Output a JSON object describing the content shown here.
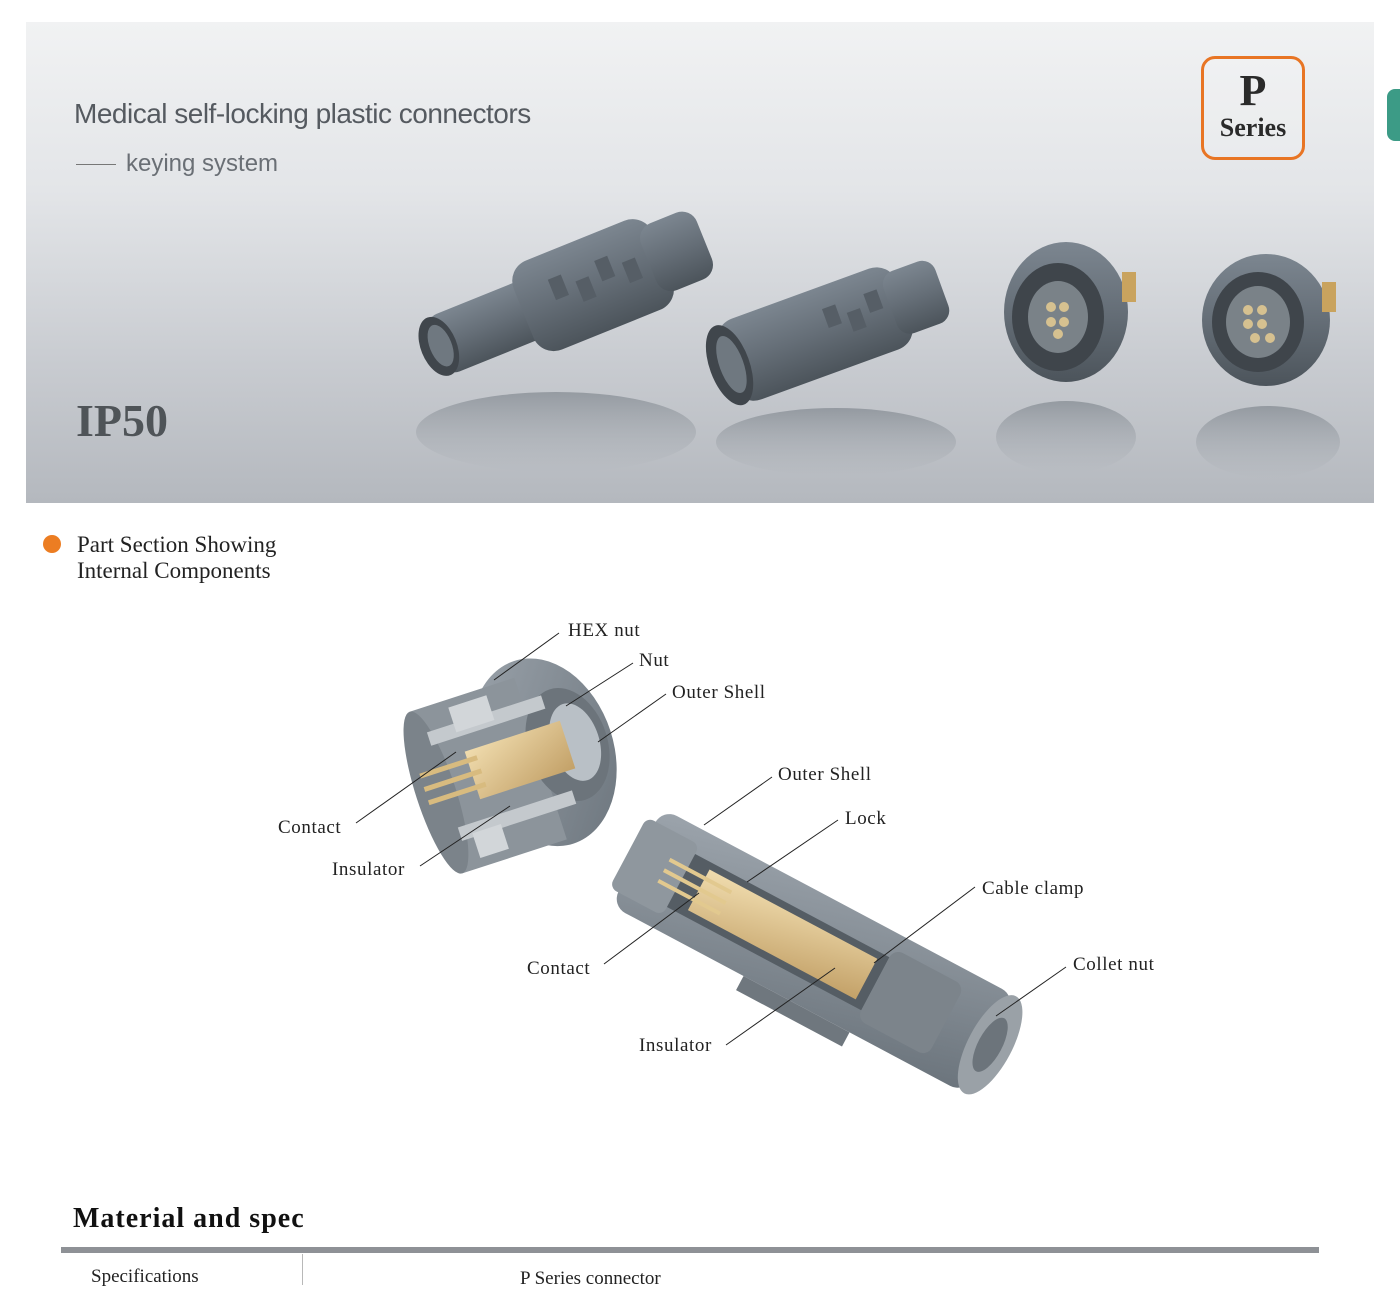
{
  "banner": {
    "title": "Medical self-locking plastic connectors",
    "subtitle": "keying system",
    "ip_rating": "IP50",
    "series_badge": {
      "line1": "P",
      "line2": "Series"
    },
    "accent_color": "#e87524",
    "side_tab_color": "#3c9b86"
  },
  "section": {
    "bullet_color": "#ec7d22",
    "heading_line1": "Part Section Showing",
    "heading_line2": "Internal Components"
  },
  "diagram": {
    "receptacle_labels": {
      "hex_nut": "HEX nut",
      "nut": "Nut",
      "outer_shell": "Outer Shell",
      "contact": "Contact",
      "insulator": "Insulator"
    },
    "plug_labels": {
      "outer_shell": "Outer Shell",
      "lock": "Lock",
      "cable_clamp": "Cable clamp",
      "collet_nut": "Collet nut",
      "contact": "Contact",
      "insulator": "Insulator"
    }
  },
  "material": {
    "title": "Material and spec",
    "col_specifications": "Specifications",
    "col_connector": "P Series connector"
  }
}
